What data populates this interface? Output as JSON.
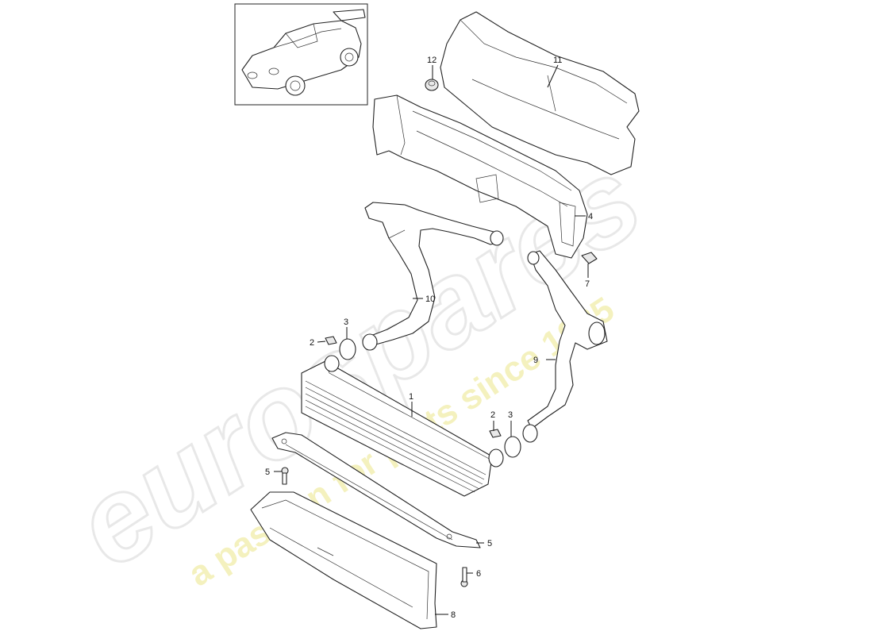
{
  "watermark": {
    "brand": "eurospares",
    "tagline": "a passion for parts since 1985"
  },
  "callouts": [
    "1",
    "2",
    "2",
    "3",
    "3",
    "4",
    "5",
    "5",
    "6",
    "7",
    "8",
    "9",
    "10",
    "11",
    "12"
  ]
}
